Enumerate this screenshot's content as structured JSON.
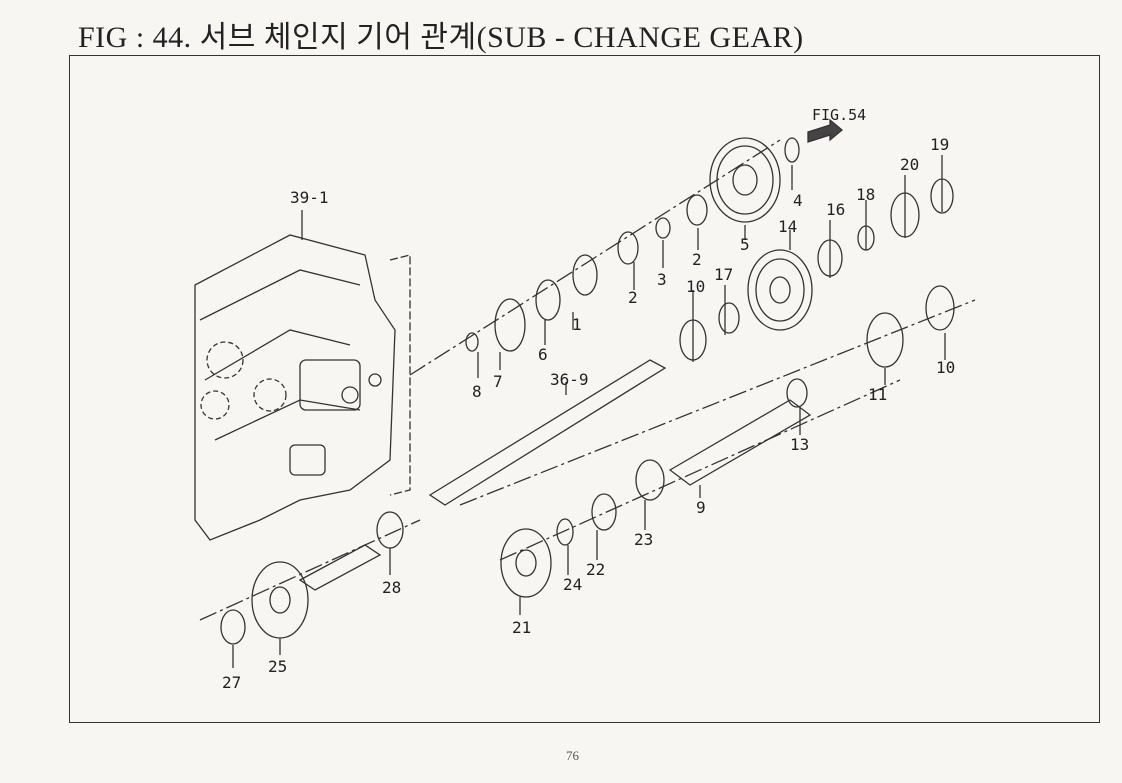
{
  "title": "FIG : 44. 서브 체인지 기어 관계(SUB - CHANGE GEAR)",
  "page_number": "76",
  "ref": "FIG.54",
  "labels": [
    "39-1",
    "1",
    "2",
    "2",
    "3",
    "4",
    "5",
    "6",
    "7",
    "8",
    "10",
    "10",
    "11",
    "13",
    "14",
    "16",
    "17",
    "18",
    "19",
    "20",
    "21",
    "22",
    "23",
    "24",
    "25",
    "27",
    "28",
    "36-9",
    "9"
  ]
}
